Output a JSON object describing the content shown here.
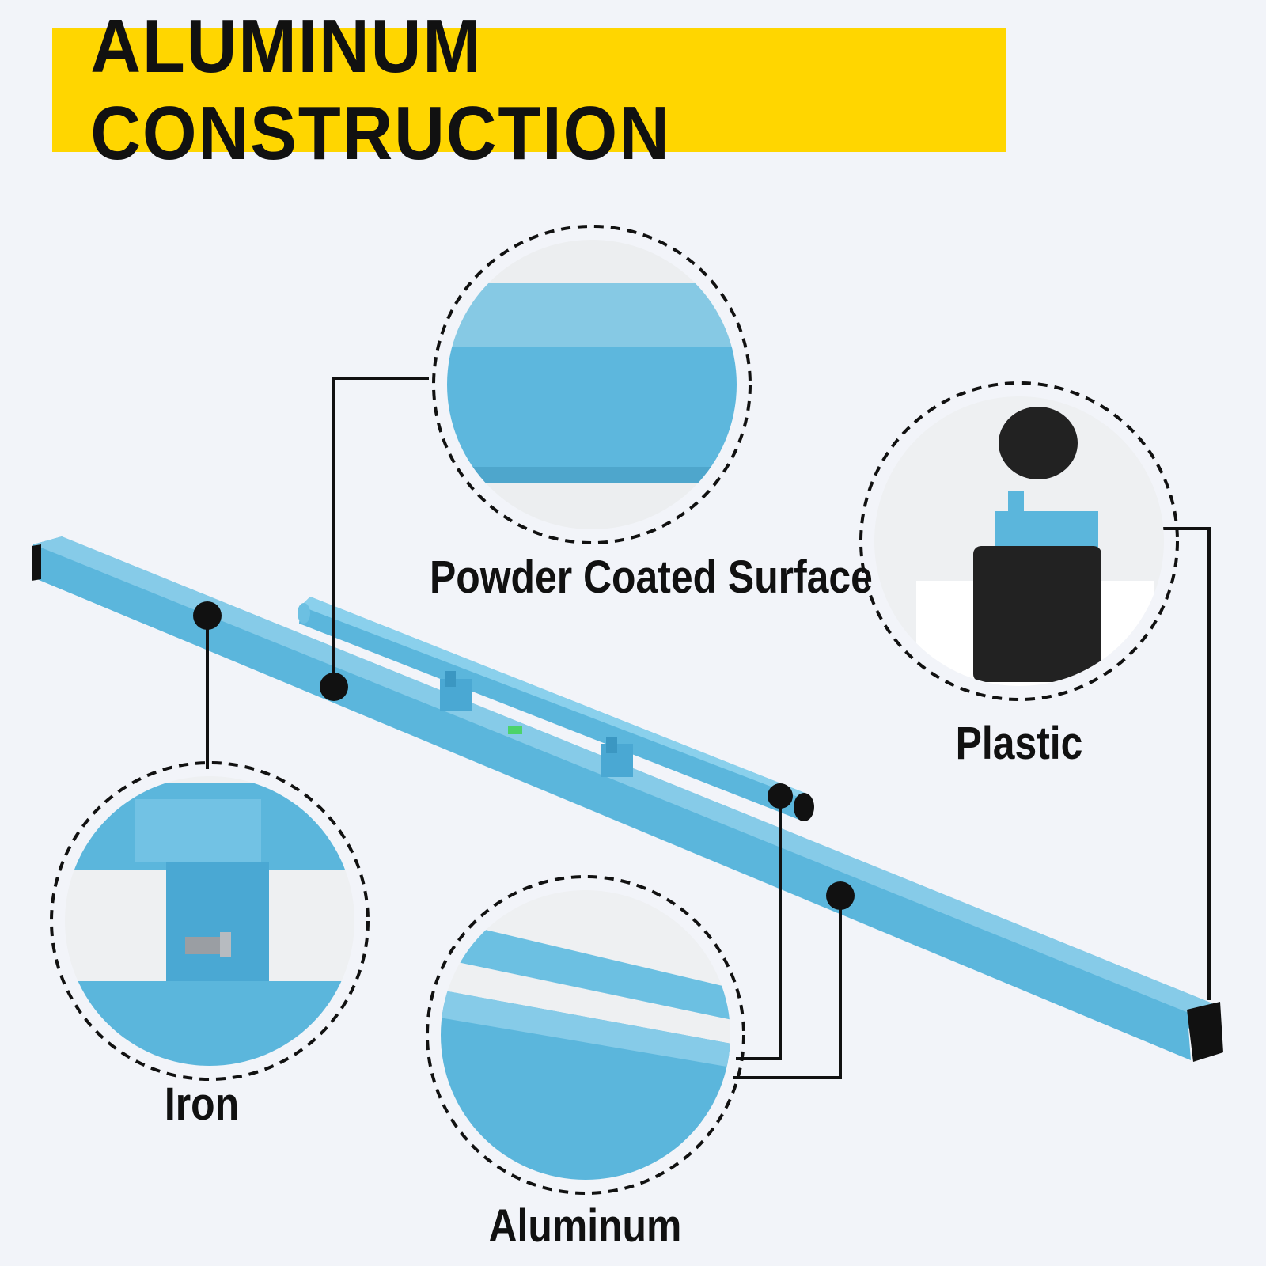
{
  "header": {
    "title": "ALUMINUM CONSTRUCTION"
  },
  "callouts": {
    "powder": "Powder Coated Surface",
    "plastic": "Plastic",
    "iron": "Iron",
    "aluminum": "Aluminum"
  },
  "colors": {
    "banner": "#ffd600",
    "background": "#f2f4f9",
    "product_blue": "#5bb6dc",
    "product_blue_light": "#86cbe8",
    "line": "#111111"
  }
}
